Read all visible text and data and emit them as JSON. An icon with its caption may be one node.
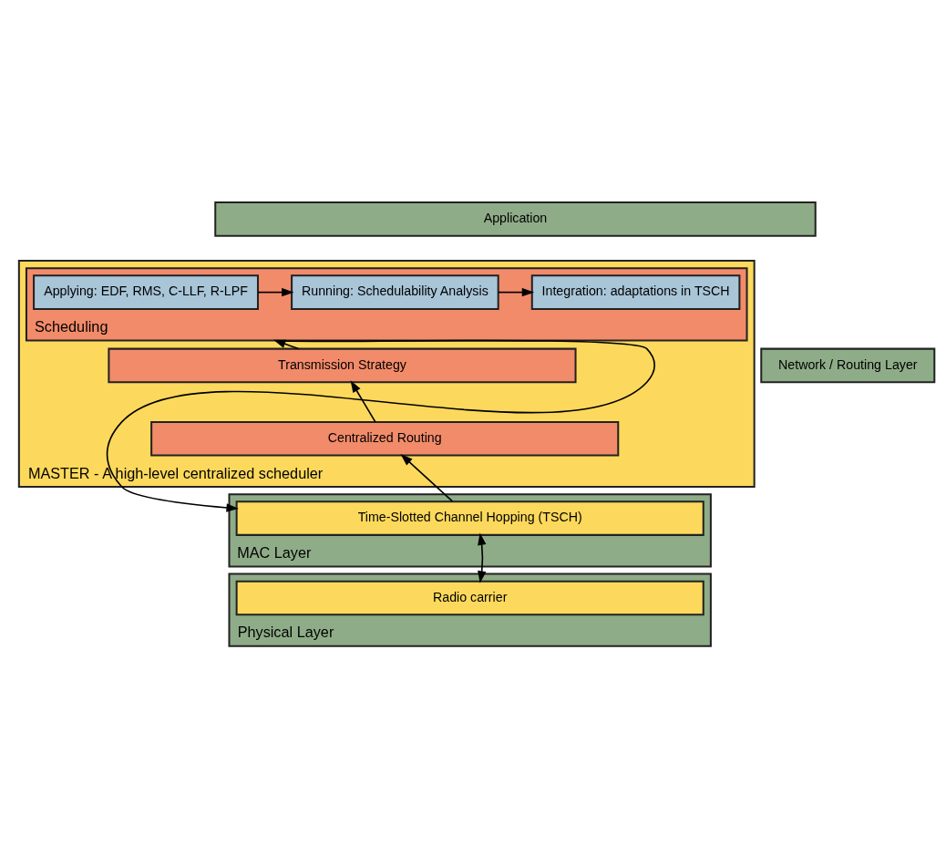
{
  "diagram": {
    "nodes": [
      {
        "text": [
          "Application"
        ]
      },
      {
        "text": [
          "Network / Routing Layer"
        ]
      },
      {
        "text": [
          "MASTER - A high-level centralized scheduler"
        ]
      },
      {
        "text": [
          "Scheduling"
        ],
        "in": 2
      },
      {
        "text": [
          "Applying: EDF, RMS, C-LLF, R-LPF"
        ],
        "in": 3
      },
      {
        "text": [
          "Running: Schedulability Analysis"
        ],
        "in": 3
      },
      {
        "text": [
          "Integration: adaptations in TSCH"
        ],
        "in": 3
      },
      {
        "text": [
          "Transmission Strategy"
        ],
        "in": 2
      },
      {
        "text": [
          "Centralized Routing"
        ],
        "in": 2
      },
      {
        "text": [
          "MAC Layer"
        ]
      },
      {
        "text": [
          "Time-Slotted Channel Hopping (TSCH)"
        ],
        "in": 9
      },
      {
        "text": [
          "Physical Layer"
        ]
      },
      {
        "text": [
          "Radio carrier"
        ],
        "in": 11
      }
    ],
    "edges": [
      {
        "from": 4,
        "to": 5,
        "arrow": "to"
      },
      {
        "from": 5,
        "to": 6,
        "arrow": "to"
      },
      {
        "from": 7,
        "to": 3,
        "arrow": "to"
      },
      {
        "from": 8,
        "to": 7,
        "arrow": "to"
      },
      {
        "from": 10,
        "to": 8,
        "arrow": "to"
      },
      {
        "from": 3,
        "to": 10,
        "arrow": "to"
      },
      {
        "from": 10,
        "to": 12,
        "arrow": "both"
      }
    ]
  }
}
